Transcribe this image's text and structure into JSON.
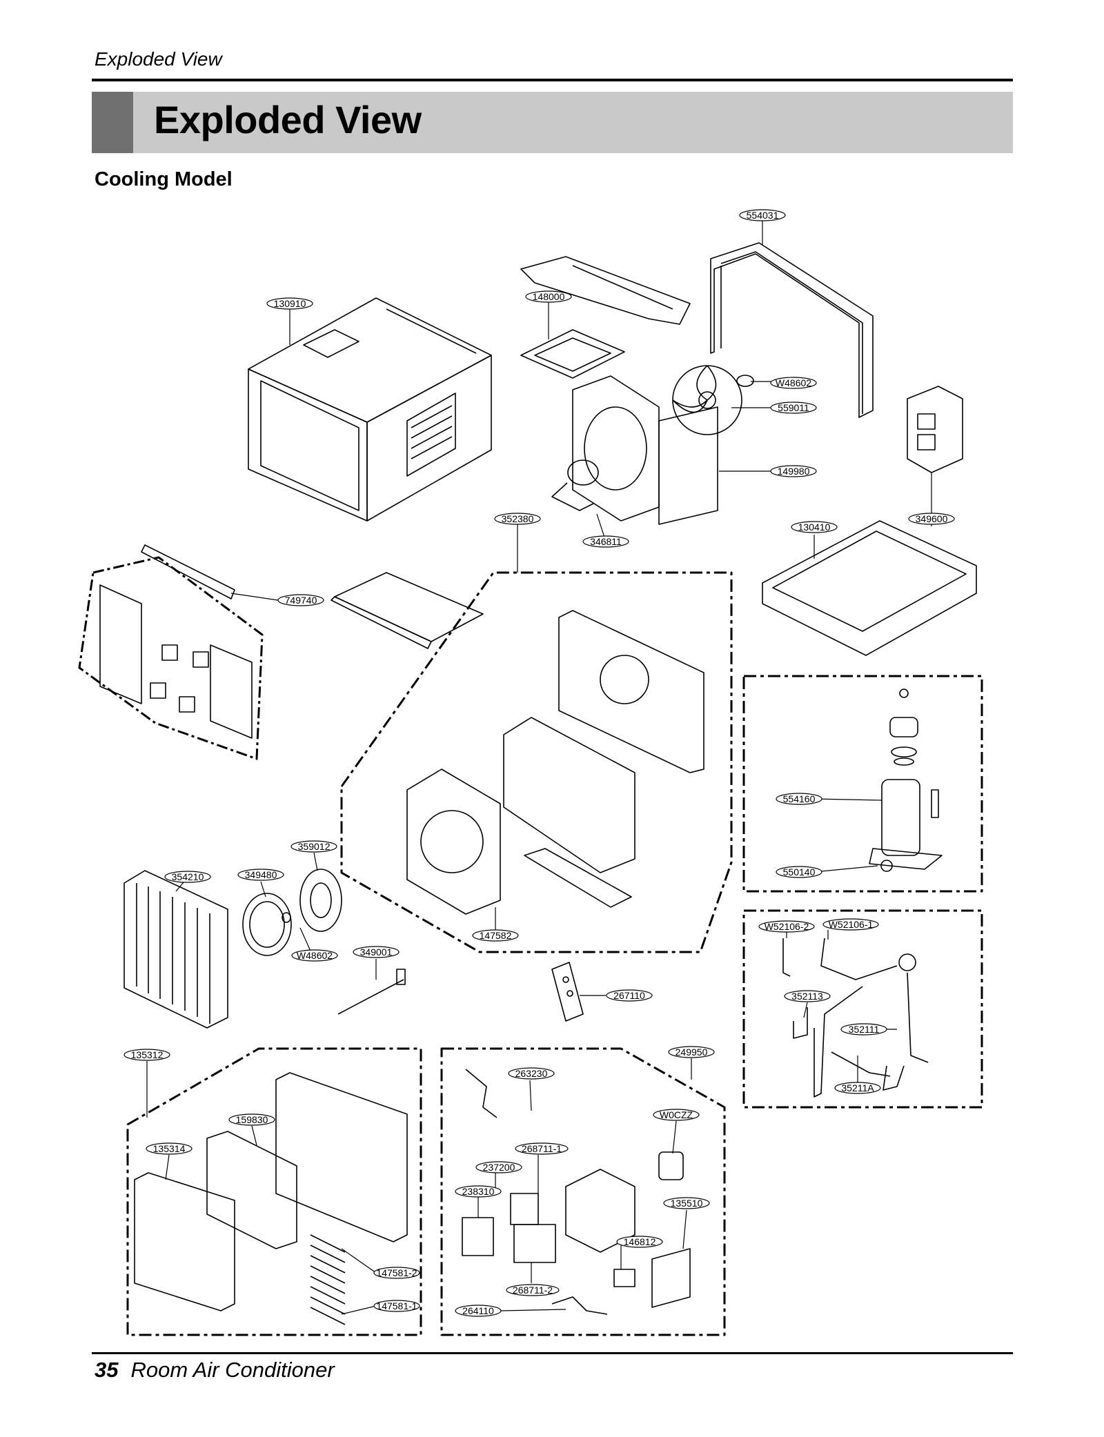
{
  "header": {
    "section": "Exploded View",
    "title": "Exploded View",
    "subtitle": "Cooling Model"
  },
  "footer": {
    "page": "35",
    "product": "Room Air Conditioner"
  },
  "part_numbers": {
    "p554031": "554031",
    "p130910": "130910",
    "p148000": "148000",
    "pW48602a": "W48602",
    "p559011": "559011",
    "p149980": "149980",
    "p349600": "349600",
    "p352380": "352380",
    "p346811": "346811",
    "p130410": "130410",
    "p749740": "749740",
    "p554160": "554160",
    "p550140": "550140",
    "p359012": "359012",
    "p354210": "354210",
    "p349480": "349480",
    "pW48602b": "W48602",
    "p349001": "349001",
    "p147582": "147582",
    "p267110": "267110",
    "pW52106_2": "W52106-2",
    "pW52106_1": "W52106-1",
    "p352113": "352113",
    "p352111": "352111",
    "p35211A": "35211A",
    "p135312": "135312",
    "p159830": "159830",
    "p135314": "135314",
    "p147581_2": "147581-2",
    "p147581_1": "147581-1",
    "p249950": "249950",
    "p263230": "263230",
    "pW0CZZ": "W0CZZ",
    "p268711_1": "268711-1",
    "p237200": "237200",
    "p238310": "238310",
    "p135510": "135510",
    "p146812": "146812",
    "p268711_2": "268711-2",
    "p264110": "264110"
  }
}
